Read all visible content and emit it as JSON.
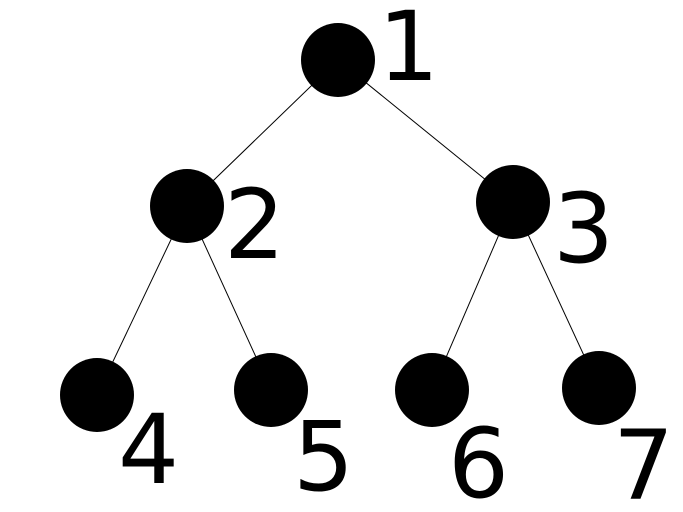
{
  "tree": {
    "nodes": [
      {
        "id": "1",
        "label": "1"
      },
      {
        "id": "2",
        "label": "2"
      },
      {
        "id": "3",
        "label": "3"
      },
      {
        "id": "4",
        "label": "4"
      },
      {
        "id": "5",
        "label": "5"
      },
      {
        "id": "6",
        "label": "6"
      },
      {
        "id": "7",
        "label": "7"
      }
    ],
    "edges": [
      {
        "from": "1",
        "to": "2"
      },
      {
        "from": "1",
        "to": "3"
      },
      {
        "from": "2",
        "to": "4"
      },
      {
        "from": "2",
        "to": "5"
      },
      {
        "from": "3",
        "to": "6"
      },
      {
        "from": "3",
        "to": "7"
      }
    ],
    "colors": {
      "node": "#000000",
      "edge": "#000000",
      "background": "#ffffff"
    }
  }
}
